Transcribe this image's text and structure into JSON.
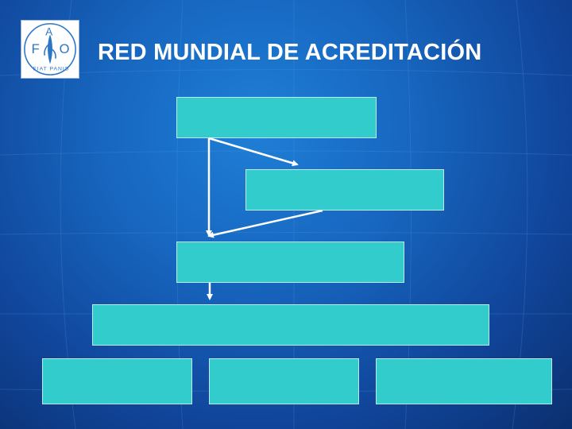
{
  "slide": {
    "title": "RED MUNDIAL DE ACREDITACIÓN"
  },
  "logo": {
    "letters": [
      "F",
      "A",
      "O"
    ],
    "motto": "FIAT PANIS"
  },
  "colors": {
    "background": "#1766bf",
    "box_fill": "#33cccc",
    "title": "#ffffff",
    "arrow": "#ffffff"
  },
  "diagram": {
    "boxes": [
      "",
      "",
      "",
      "",
      "",
      "",
      ""
    ]
  }
}
